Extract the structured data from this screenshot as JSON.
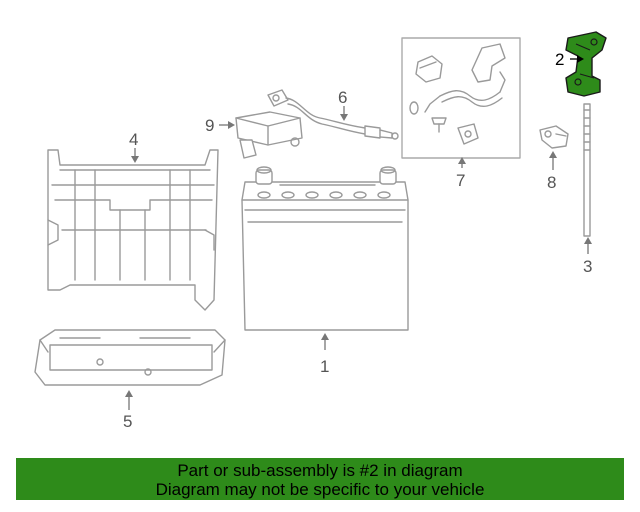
{
  "callouts": {
    "c1": "1",
    "c2": "2",
    "c3": "3",
    "c4": "4",
    "c5": "5",
    "c6": "6",
    "c7": "7",
    "c8": "8",
    "c9": "9"
  },
  "highlight_color": "#2e8b1a",
  "banner": {
    "line1": "Part or sub-assembly is #2 in diagram",
    "line2": "Diagram may not be specific to your vehicle"
  }
}
